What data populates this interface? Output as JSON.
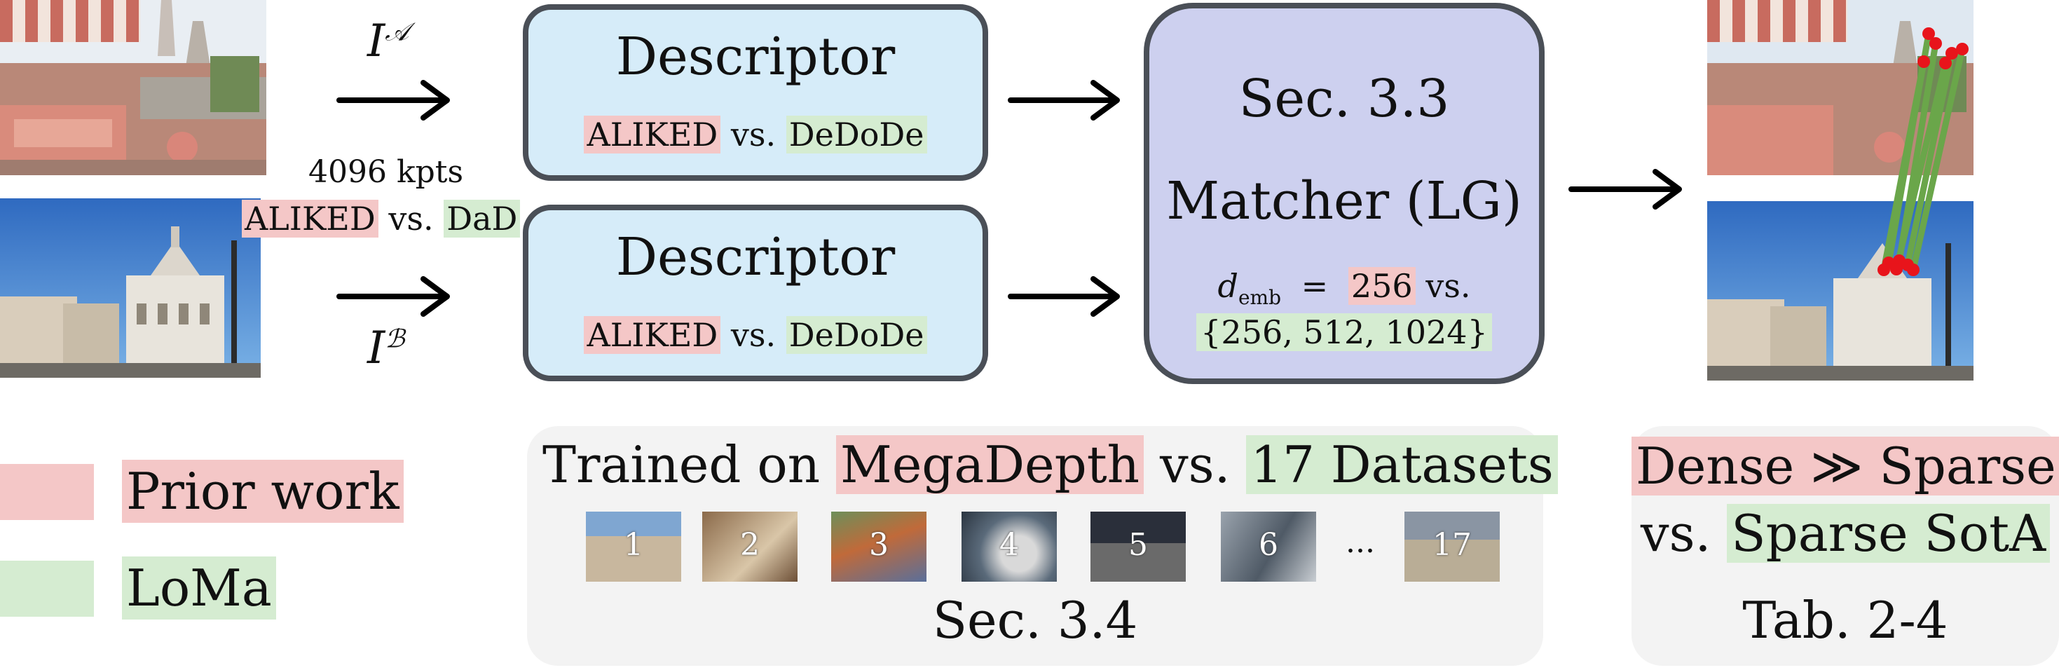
{
  "inputs": {
    "label_a": "I",
    "label_a_sup": "𝒜",
    "label_b": "I",
    "label_b_sup": "ℬ",
    "kpts": "4096 kpts",
    "det_prior": "ALIKED",
    "det_vs": "vs.",
    "det_loma": "DaD"
  },
  "descriptor_top": {
    "title": "Descriptor",
    "prior": "ALIKED",
    "vs": "vs.",
    "loma": "DeDoDe"
  },
  "descriptor_bottom": {
    "title": "Descriptor",
    "prior": "ALIKED",
    "vs": "vs.",
    "loma": "DeDoDe"
  },
  "matcher": {
    "section": "Sec. 3.3",
    "title": "Matcher (LG)",
    "demb_var": "d",
    "demb_sub": "emb",
    "demb_eq": "=",
    "demb_prior": "256",
    "demb_vs": "vs.",
    "demb_loma": "{256, 512, 1024}"
  },
  "training": {
    "prefix": "Trained on",
    "prior": "MegaDepth",
    "vs": "vs.",
    "loma": "17 Datasets",
    "thumbs": [
      "1",
      "2",
      "3",
      "4",
      "5",
      "6",
      "17"
    ],
    "ellipsis": "...",
    "section": "Sec. 3.4"
  },
  "results": {
    "line1_prior": "Dense ≫ Sparse",
    "line2_vs": "vs.",
    "line2_loma": "Sparse SotA",
    "section": "Tab. 2-4"
  },
  "legend": {
    "prior": "Prior work",
    "loma": "LoMa"
  },
  "colors": {
    "prior_highlight": "#f4c7c7",
    "loma_highlight": "#d5ecd1",
    "descriptor_fill": "#d6ecf9",
    "matcher_fill": "#cdd0ef",
    "match_lines": "#6aa64a",
    "keypoints": "#e8141b"
  }
}
